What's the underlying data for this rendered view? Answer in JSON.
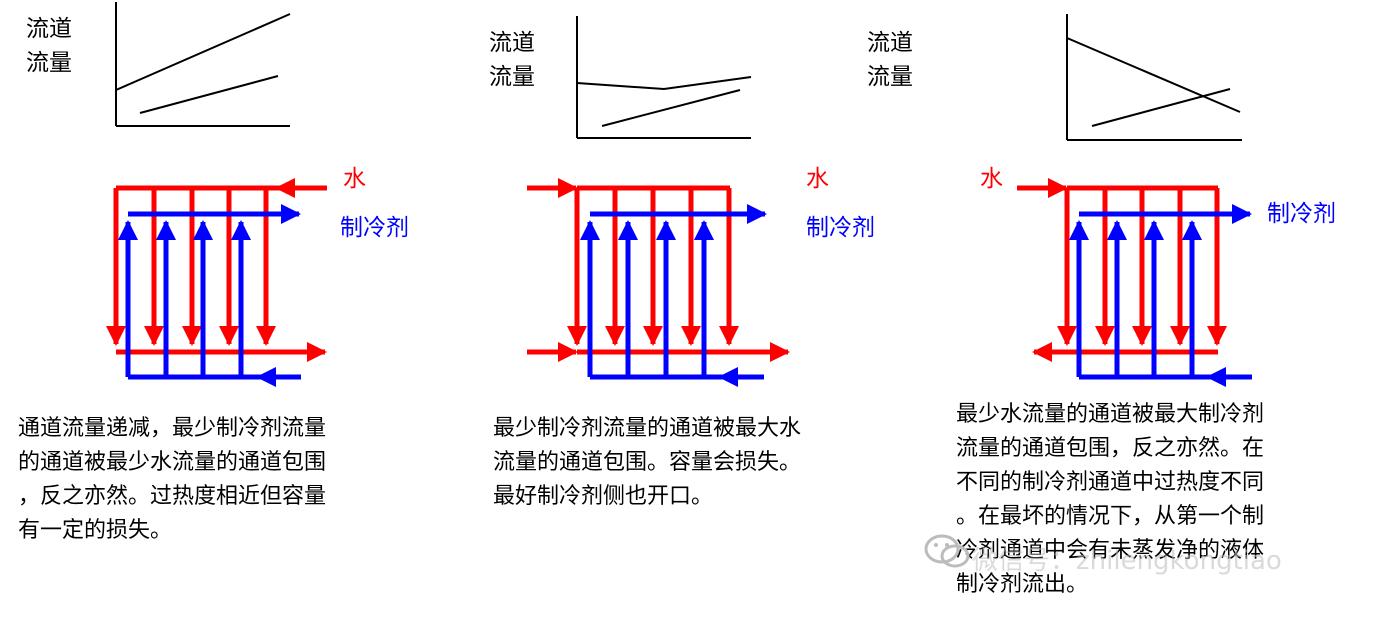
{
  "colors": {
    "water": "#ff0000",
    "refrigerant": "#0000ff",
    "axis": "#000000",
    "text": "#000000",
    "watermark": "#bcbcbc"
  },
  "panels": [
    {
      "id": "1",
      "y_axis_label": "流道\n流量",
      "water_label": "水",
      "refrigerant_label": "制冷剂",
      "caption": "通道流量递减，最少制冷剂流量\n的通道被最少水流量的通道包围\n，反之亦然。过热度相近但容量\n有一定的损失。"
    },
    {
      "id": "2",
      "y_axis_label": "流道\n流量",
      "water_label": "水",
      "refrigerant_label": "制冷剂",
      "caption": "最少制冷剂流量的通道被最大水\n流量的通道包围。容量会损失。\n最好制冷剂侧也开口。"
    },
    {
      "id": "3",
      "y_axis_label": "流道\n流量",
      "water_label": "水",
      "refrigerant_label": "制冷剂",
      "caption": "最少水流量的通道被最大制冷剂\n流量的通道包围，反之亦然。在\n不同的制冷剂通道中过热度不同\n。在最坏的情况下，从第一个制\n冷剂通道中会有未蒸发净的液体\n制冷剂流出。"
    }
  ],
  "watermark": {
    "text": "微信号：zhilengkongtiao",
    "icon": "wechat-icon"
  }
}
